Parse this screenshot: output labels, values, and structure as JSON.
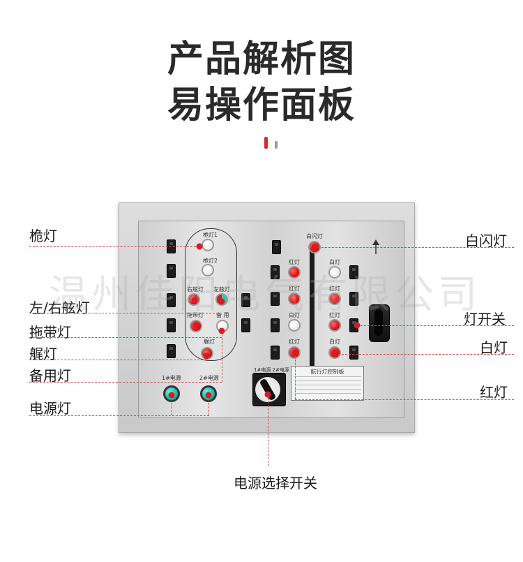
{
  "header": {
    "title_line1": "产品解析图",
    "title_line2": "易操作面板"
  },
  "watermark": "温州佳阳电气有限公司",
  "panel": {
    "labels": {
      "mast_light": "桅灯1",
      "mast_light_2": "桅灯2",
      "starboard_light": "右舷灯",
      "port_light": "左舷灯",
      "towing_light": "拖带灯",
      "spare": "备 用",
      "stern_light": "艉灯",
      "power_1": "1#电源",
      "power_2": "2#电源",
      "white_flash": "白闪灯",
      "red_light": "红灯",
      "white_light": "白灯",
      "selector_text": "1#电源 2#电源",
      "nameplate_title": "航行灯控制板"
    }
  },
  "callouts": {
    "mast_light": "桅灯",
    "side_lights": "左/右舷灯",
    "towing_light": "拖带灯",
    "stern_light": "艉灯",
    "spare_light": "备用灯",
    "power_light": "电源灯",
    "white_flash_light": "白闪灯",
    "light_switch": "灯开关",
    "white_light": "白灯",
    "red_light": "红灯",
    "power_selector": "电源选择开关"
  },
  "colors": {
    "accent": "#e0262c",
    "leader_line": "#d14a4a",
    "lamp_teal": "#1ebfae"
  }
}
